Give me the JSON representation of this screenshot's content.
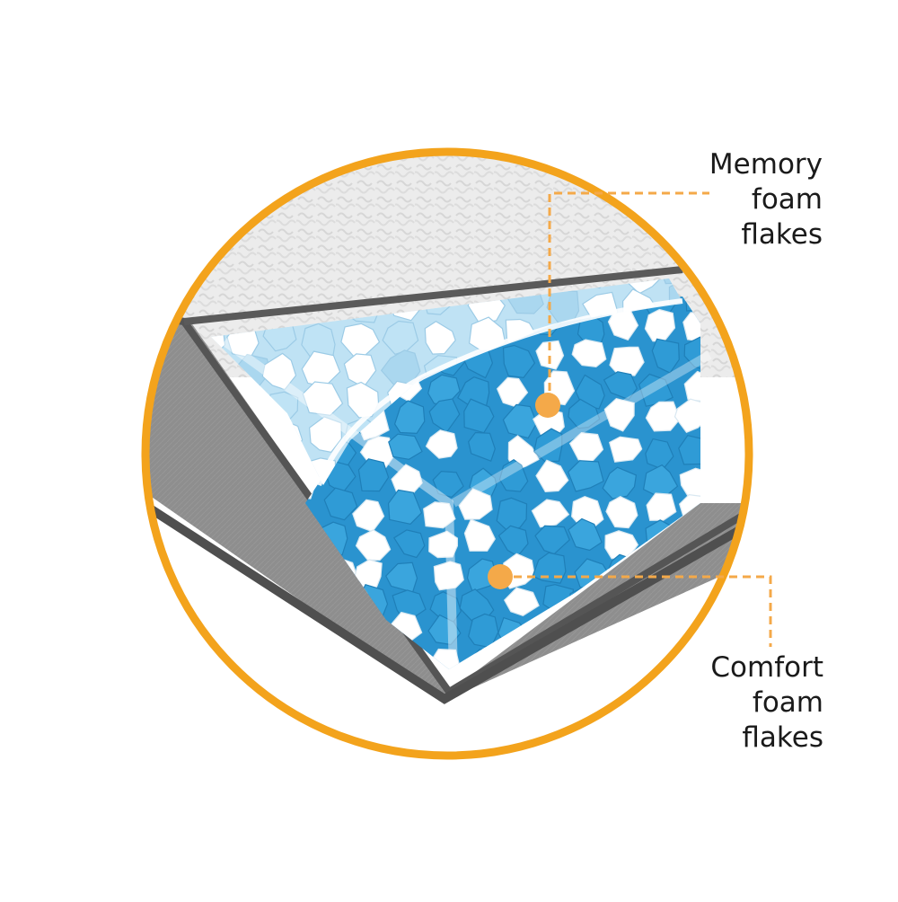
{
  "callouts": {
    "memory": {
      "lines": [
        "Memory",
        "foam",
        "flakes"
      ]
    },
    "comfort": {
      "lines": [
        "Comfort",
        "foam",
        "flakes"
      ]
    }
  },
  "colors": {
    "ring": "#f3a31c",
    "marker": "#f4a949",
    "leader": "#f4a949",
    "fleece": "#e9e9e9",
    "shell": "#8c8c8c",
    "shell_edge": "#5b5b5b",
    "memory_flake": "#bfe3f5",
    "comfort_flake": "#2f9bd6",
    "white_flake": "#ffffff"
  },
  "icons": [
    "ring-frame",
    "marker-dot",
    "leader-line"
  ]
}
